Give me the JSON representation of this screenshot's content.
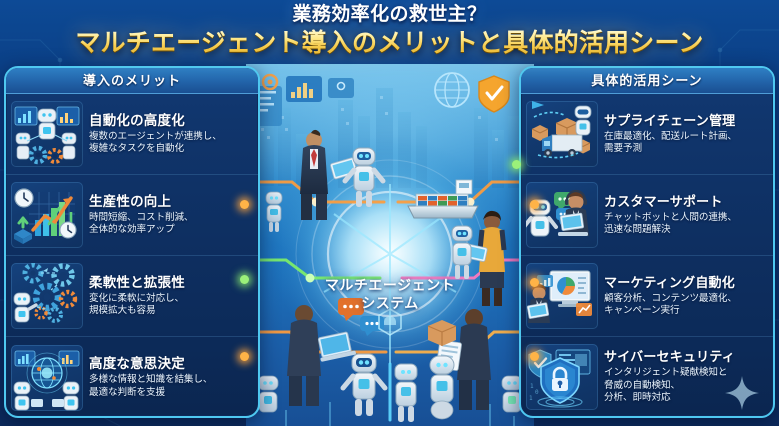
{
  "title": {
    "line1": "業務効率化の救世主？",
    "line2": "マルチエージェント導入のメリットと具体的活用シーン"
  },
  "center": {
    "hub_line1": "マルチエージェント",
    "hub_line2": "システム",
    "scene_name": "multi-agent-system-illustration"
  },
  "left_panel": {
    "header": "導入のメリット",
    "items": [
      {
        "icon": "robots-dashboard-gears-icon",
        "title": "自動化の高度化",
        "desc_line1": "複数のエージェントが連携し、",
        "desc_line2": "複雑なタスクを自動化"
      },
      {
        "icon": "growth-chart-clock-icon",
        "title": "生産性の向上",
        "desc_line1": "時間短縮、コスト削減、",
        "desc_line2": "全体的な効率アップ"
      },
      {
        "icon": "gears-network-robot-icon",
        "title": "柔軟性と拡張性",
        "desc_line1": "変化に柔軟に対応し、",
        "desc_line2": "規模拡大も容易"
      },
      {
        "icon": "globe-analytics-robots-icon",
        "title": "高度な意思決定",
        "desc_line1": "多様な情報と知識を結集し、",
        "desc_line2": "最適な判断を支援"
      }
    ]
  },
  "right_panel": {
    "header": "具体的活用シーン",
    "items": [
      {
        "icon": "truck-boxes-robot-icon",
        "title": "サプライチェーン管理",
        "desc_line1": "在庫最適化、配送ルート計画、",
        "desc_line2": "需要予測"
      },
      {
        "icon": "chatbot-headset-agent-icon",
        "title": "カスタマーサポート",
        "desc_line1": "チャットボットと人間の連携、",
        "desc_line2": "迅速な問題解決"
      },
      {
        "icon": "marketing-dashboard-icon",
        "title": "マーケティング自動化",
        "desc_line1": "顧客分析、コンテンツ最適化、",
        "desc_line2": "キャンペーン実行"
      },
      {
        "icon": "shield-lock-security-icon",
        "title": "サイバーセキュリティ",
        "desc_line1": "インタリジェント疑献検知と",
        "desc_line2": "脅威の自動検知、",
        "desc_line3": "分析、即時対応"
      }
    ]
  },
  "colors": {
    "background_blue": "#0a3576",
    "panel_fill": "#0e2f61",
    "panel_border": "#4fc8f0",
    "title_gold": "#ffe98a",
    "title_white": "#ffffff",
    "header_blue": "#2468ae",
    "node_orange": "#ffb347",
    "node_green": "#9bf07a"
  }
}
